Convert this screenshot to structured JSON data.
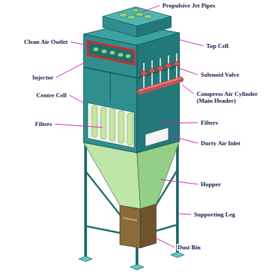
{
  "diagram": {
    "labels": [
      "Propulsive Jet Pipes",
      "Clean Air Outlet",
      "Top Cell",
      "Injector",
      "Solenoid Valve",
      "Centre Cell",
      "Compress Air Cylinder (Main Header)",
      "Filters",
      "Filters",
      "Durty Air Inlet",
      "Hopper",
      "Supporting Leg",
      "Dust Bin"
    ]
  }
}
